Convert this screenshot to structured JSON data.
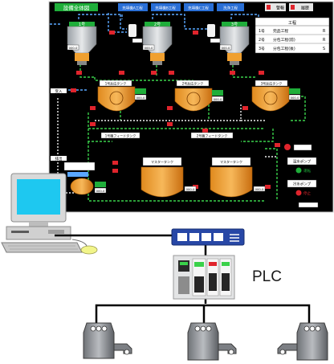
{
  "scada": {
    "title_button": "設備全体図",
    "toolbar_buttons": [
      "充填機A工程",
      "充填機B工程",
      "充填機C工程",
      "洗浄工程"
    ],
    "toolbar_right": [
      "警報",
      "履歴"
    ],
    "tank_labels": [
      "1号",
      "2号",
      "3号"
    ],
    "value_placeholder": "000.0",
    "side_labels": [
      "受入",
      "排出"
    ],
    "reactor_labels": [
      "1号反応タンク",
      "2号反応タンク",
      "3号反応タンク"
    ],
    "feed_labels": [
      "1号機フィードタンク",
      "2号機フィードタンク"
    ],
    "storage_labels": [
      "マスタータンク",
      "マスタータンク"
    ],
    "process_panel": {
      "title": "工程",
      "rows": [
        {
          "no": "1号",
          "name": "完品工程",
          "state": "R"
        },
        {
          "no": "2号",
          "name": "分包工程(前)",
          "state": "R"
        },
        {
          "no": "3号",
          "name": "分包工程(後)",
          "state": "S"
        }
      ]
    },
    "pump_labels": [
      "温水ポンプ",
      "冷水ポンプ"
    ],
    "legend_labels": [
      "運転",
      "停止"
    ]
  },
  "plc_label": "PLC"
}
